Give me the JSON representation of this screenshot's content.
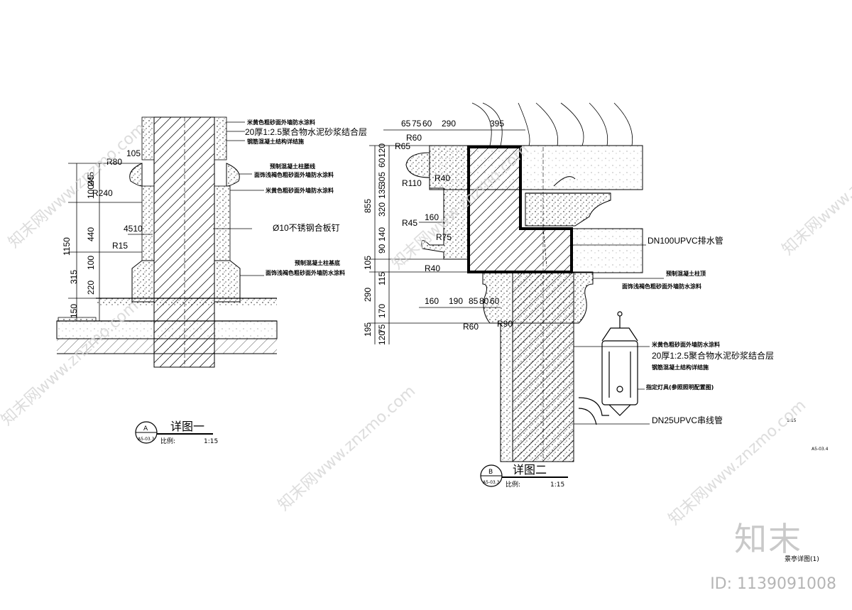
{
  "detail_a": {
    "title": "详图一",
    "marker_letter": "A",
    "marker_sheet": "A5-03.3",
    "scale_label": "比例:",
    "scale_value": "1:15",
    "dimensions": [
      "105",
      "R80",
      "245",
      "10045",
      "R240",
      "440",
      "1150",
      "4510",
      "R15",
      "315",
      "100",
      "220",
      "150"
    ],
    "notes": [
      "米黄色粗砂面外墙防水涂料",
      "20厚1:2.5聚合物水泥砂浆结合层",
      "钢筋混凝土结构详结施",
      "预制混凝土柱腰线",
      "面饰浅褐色粗砂面外墙防水涂料",
      "米黄色粗砂面外墙防水涂料",
      "Ø10不锈钢合板钉",
      "预制混凝土柱基底",
      "面饰浅褐色粗砂面外墙防水涂料"
    ]
  },
  "detail_b": {
    "title": "详图二",
    "marker_letter": "B",
    "marker_sheet": "A5-03.3",
    "scale_label": "比例:",
    "scale_value": "1:15",
    "dimensions_top": [
      "65",
      "75",
      "60",
      "290",
      "395"
    ],
    "dimensions_left": [
      "120",
      "60",
      "305",
      "135",
      "855",
      "320",
      "140",
      "90",
      "105",
      "115",
      "290",
      "170",
      "195",
      "75",
      "120"
    ],
    "dimensions_mid": [
      "160",
      "190",
      "85",
      "80",
      "60"
    ],
    "radii": [
      "R65",
      "R60",
      "R110",
      "R40",
      "R45",
      "R75",
      "R40",
      "R60",
      "R90"
    ],
    "notes": [
      "DN100UPVC排水管",
      "预制混凝土柱顶",
      "面饰浅褐色粗砂面外墙防水涂料",
      "米黄色粗砂面外墙防水涂料",
      "20厚1:2.5聚合物水泥砂浆结合层",
      "钢筋混凝土结构详结施",
      "指定灯具(参照照明配置图)",
      "DN25UPVC串线管"
    ]
  },
  "sheet": {
    "scale_note": "1:15",
    "sheet_no": "A5-03.4",
    "sheet_title": "景亭详图(1)"
  },
  "watermark": {
    "text": "知末网www.znzmo.com",
    "logo": "知末",
    "id": "ID: 1139091008"
  }
}
